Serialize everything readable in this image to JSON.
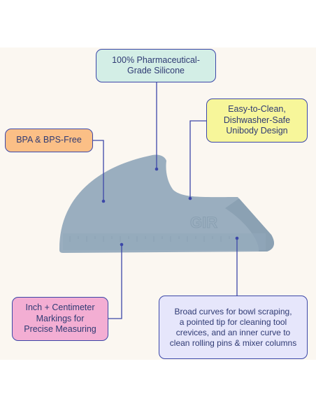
{
  "callouts": {
    "silicone": {
      "text": "100% Pharmaceutical-\nGrade Silicone",
      "color": "#d3eee6"
    },
    "easy_clean": {
      "text": "Easy-to-Clean,\nDishwasher-Safe\nUnibody Design",
      "color": "#f7f69a"
    },
    "bpa": {
      "text": "BPA & BPS-Free",
      "color": "#fbbf86"
    },
    "markings": {
      "text": "Inch + Centimeter\nMarkings for\nPrecise Measuring",
      "color": "#f3aed3"
    },
    "curves": {
      "text": "Broad curves for bowl scraping,\na pointed tip for cleaning tool\ncrevices, and an inner curve to\nclean rolling pins & mixer columns",
      "color": "#e6e6fb"
    }
  },
  "product": {
    "logo_text": "GIR",
    "body_color": "#9aaebf",
    "leader_color": "#3c47a8"
  },
  "background_color": "#fbf7f1"
}
